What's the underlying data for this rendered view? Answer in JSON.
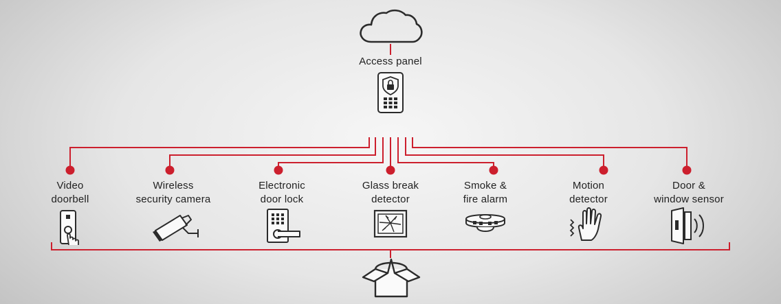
{
  "hub": {
    "label": "Access panel"
  },
  "devices": [
    {
      "line1": "Video",
      "line2": "doorbell",
      "icon": "video-doorbell-icon"
    },
    {
      "line1": "Wireless",
      "line2": "security camera",
      "icon": "security-camera-icon"
    },
    {
      "line1": "Electronic",
      "line2": "door lock",
      "icon": "door-lock-icon"
    },
    {
      "line1": "Glass break",
      "line2": "detector",
      "icon": "glass-break-icon"
    },
    {
      "line1": "Smoke &",
      "line2": "fire alarm",
      "icon": "smoke-alarm-icon"
    },
    {
      "line1": "Motion",
      "line2": "detector",
      "icon": "motion-hand-icon"
    },
    {
      "line1": "Door &",
      "line2": "window sensor",
      "icon": "door-window-sensor-icon"
    }
  ],
  "colors": {
    "wire": "#cc1f2d",
    "icon_stroke": "#2b2b2b"
  },
  "icons": [
    "cloud-icon",
    "access-panel-icon",
    "box-icon"
  ]
}
